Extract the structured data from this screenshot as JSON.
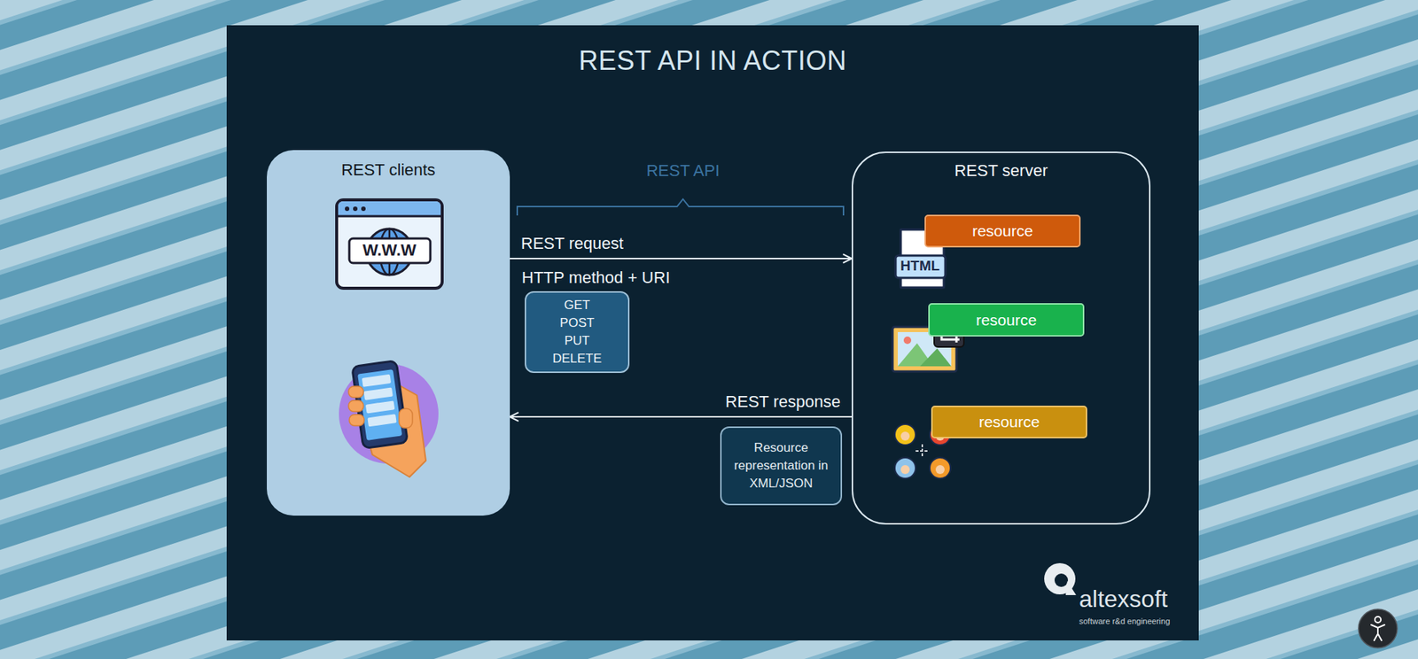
{
  "diagram": {
    "title": "REST API IN ACTION",
    "nodes": [
      {
        "text": [
          "REST clients"
        ]
      },
      {
        "text": [
          "GET POST PUT DELETE"
        ]
      },
      {
        "text": [
          "Resource representation in XML/JSON"
        ]
      },
      {
        "text": [
          "REST server"
        ]
      },
      {
        "text": [
          "resource"
        ],
        "in": 3
      },
      {
        "text": [
          "resource"
        ],
        "in": 3
      },
      {
        "text": [
          "resource"
        ],
        "in": 3
      }
    ],
    "edges": [
      {
        "from": 0,
        "to": 3,
        "arrow": "to",
        "label": "REST request"
      },
      {
        "from": 3,
        "to": 0,
        "arrow": "to",
        "label": "REST response"
      }
    ],
    "labels": [
      "REST API",
      "HTTP method + URI",
      "W.W.W",
      "HTML",
      "altexsoft",
      "software r&d engineering"
    ]
  }
}
